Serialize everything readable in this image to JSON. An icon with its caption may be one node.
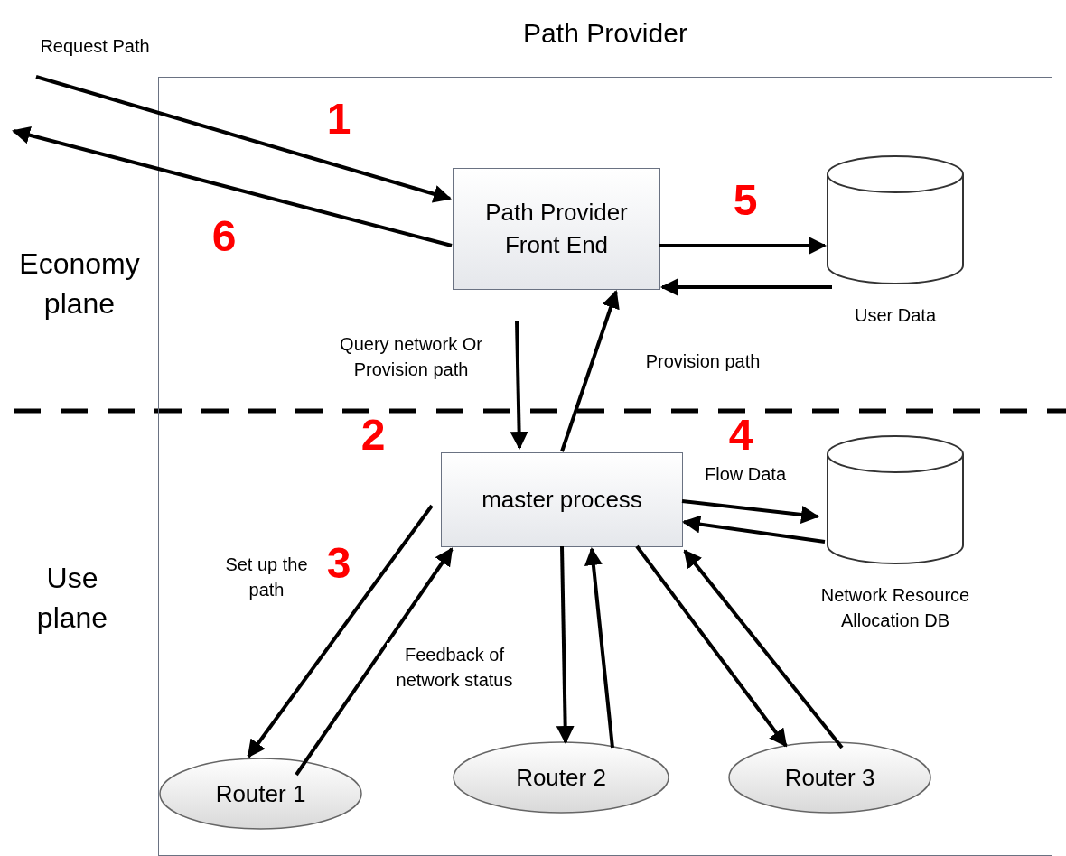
{
  "diagram": {
    "nodes": [
      {
        "text": [
          "Path Provider"
        ]
      },
      {
        "text": [
          "Path Provider Front End"
        ],
        "in": 0
      },
      {
        "text": [
          "User Data"
        ],
        "in": 0
      },
      {
        "text": [
          "master process"
        ],
        "in": 0
      },
      {
        "text": [
          "Network Resource Allocation DB"
        ],
        "in": 0
      },
      {
        "text": [
          "Router 1"
        ],
        "in": 0
      },
      {
        "text": [
          "Router 2"
        ],
        "in": 0
      },
      {
        "text": [
          "Router 3"
        ],
        "in": 0
      }
    ],
    "edges": [
      {
        "from": null,
        "to": 1,
        "arrow": "to"
      },
      {
        "from": 1,
        "to": null,
        "arrow": "to"
      },
      {
        "from": 1,
        "to": 2,
        "arrow": "to"
      },
      {
        "from": 2,
        "to": 1,
        "arrow": "to"
      },
      {
        "from": 1,
        "to": 3,
        "arrow": "to",
        "label": "Query network Or Provision path"
      },
      {
        "from": 3,
        "to": 1,
        "arrow": "to",
        "label": "Provision path"
      },
      {
        "from": 3,
        "to": 4,
        "arrow": "to",
        "label": "Flow Data"
      },
      {
        "from": 4,
        "to": 3,
        "arrow": "to"
      },
      {
        "from": 3,
        "to": 5,
        "arrow": "to",
        "label": "Set up the path"
      },
      {
        "from": 5,
        "to": 3,
        "arrow": "to",
        "label": "Feedback of network status"
      },
      {
        "from": 3,
        "to": 6,
        "arrow": "to"
      },
      {
        "from": 6,
        "to": 3,
        "arrow": "to"
      },
      {
        "from": 3,
        "to": 7,
        "arrow": "to"
      },
      {
        "from": 7,
        "to": 3,
        "arrow": "to"
      }
    ],
    "labels": [
      "Request Path",
      "Economy plane",
      "Use plane",
      "1",
      "6",
      "5",
      "2",
      "4",
      "3"
    ]
  }
}
